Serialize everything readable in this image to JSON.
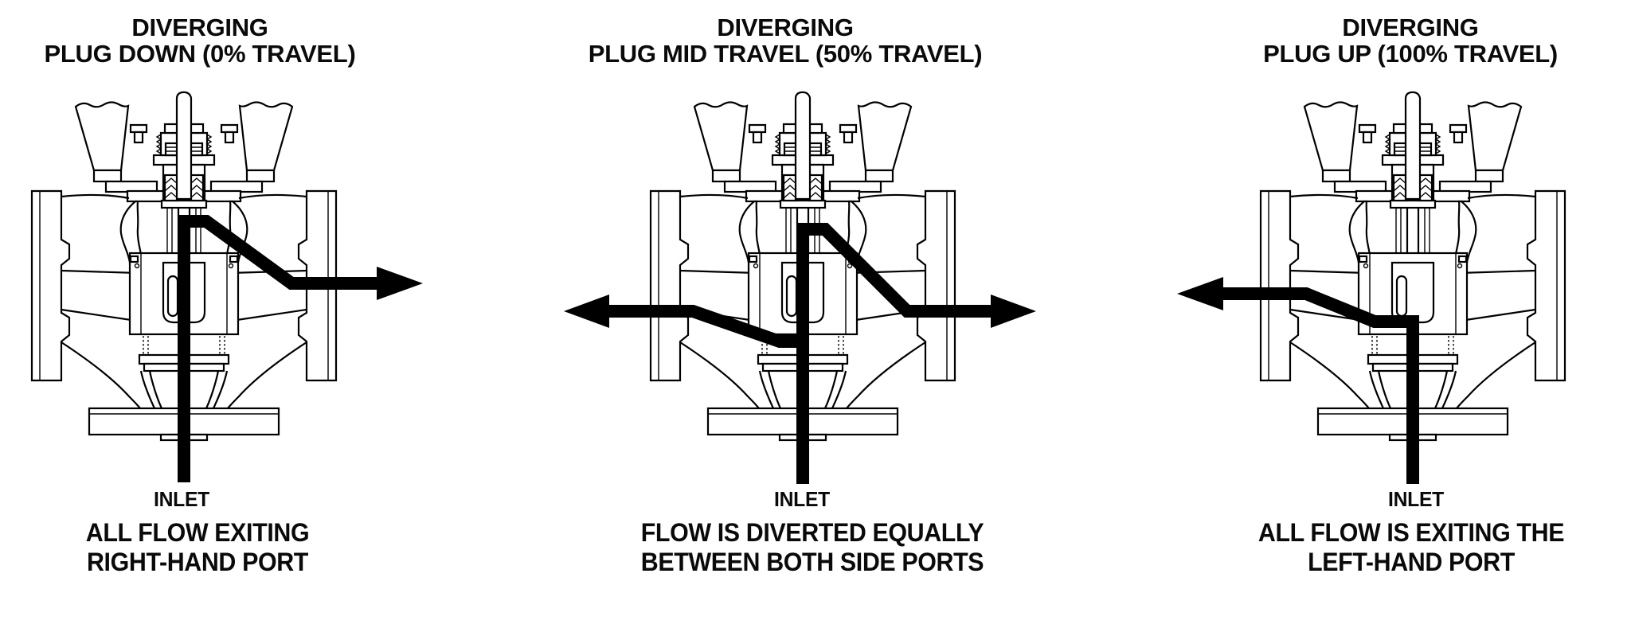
{
  "document": {
    "background_color": "#ffffff",
    "line_color": "#000000",
    "subject": "Diverging three-way valve flow diagrams"
  },
  "panels": [
    {
      "id": "plug-down",
      "title_line1": "DIVERGING",
      "title_line2": "PLUG DOWN (0% TRAVEL)",
      "travel_percent": "0%",
      "inlet_label": "INLET",
      "caption_line1": "ALL FLOW EXITING",
      "caption_line2": "RIGHT-HAND PORT",
      "flow_in": "bottom inlet",
      "flow_out": "right-hand port"
    },
    {
      "id": "plug-mid-travel",
      "title_line1": "DIVERGING",
      "title_line2": "PLUG MID TRAVEL (50% TRAVEL)",
      "travel_percent": "50%",
      "inlet_label": "INLET",
      "caption_line1": "FLOW IS DIVERTED EQUALLY",
      "caption_line2": "BETWEEN BOTH SIDE PORTS",
      "flow_in": "bottom inlet",
      "flow_out": "both side ports"
    },
    {
      "id": "plug-up",
      "title_line1": "DIVERGING",
      "title_line2": "PLUG UP (100% TRAVEL)",
      "travel_percent": "100%",
      "inlet_label": "INLET",
      "caption_line1": "ALL FLOW IS EXITING THE",
      "caption_line2": "LEFT-HAND PORT",
      "flow_in": "bottom inlet",
      "flow_out": "left-hand port"
    }
  ]
}
